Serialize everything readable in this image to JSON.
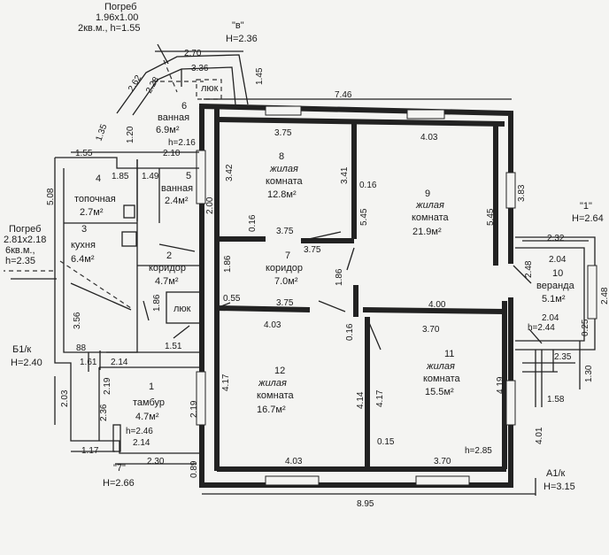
{
  "cellar_top": {
    "l1": "Погреб",
    "l2": "1.96x1.00",
    "l3": "2кв.м., h=1.55"
  },
  "cellar_left": {
    "l1": "Погреб",
    "l2": "2.81x2.18",
    "l3": "6кв.м.,",
    "l4": "h=2.35"
  },
  "labels": {
    "lit_b": "\"в\"",
    "lit_b_h": "H=2.36",
    "lit_1": "\"1\"",
    "lit_1_h": "H=2.64",
    "lit_7": "\"7\"",
    "lit_7_h": "H=2.66",
    "b1": "Б1/к",
    "b1_h": "H=2.40",
    "a1": "А1/к",
    "a1_h": "H=3.15",
    "hatch": "люк"
  },
  "rooms": [
    {
      "num": "8",
      "name1": "жилая",
      "name2": "комната",
      "area": "12.8м²"
    },
    {
      "num": "9",
      "name1": "жилая",
      "name2": "комната",
      "area": "21.9м²"
    },
    {
      "num": "7",
      "name1": "коридор",
      "area": "7.0м²"
    },
    {
      "num": "12",
      "name1": "жилая",
      "name2": "комната",
      "area": "16.7м²"
    },
    {
      "num": "11",
      "name1": "жилая",
      "name2": "комната",
      "area": "15.5м²"
    },
    {
      "num": "6",
      "name1": "ванная",
      "area": "6.9м²"
    },
    {
      "num": "4",
      "name1": "топочная",
      "area": "2.7м²"
    },
    {
      "num": "5",
      "name1": "ванная",
      "area": "2.4м²"
    },
    {
      "num": "3",
      "name1": "кухня",
      "area": "6.4м²"
    },
    {
      "num": "2",
      "name1": "коридор",
      "area": "4.7м²"
    },
    {
      "num": "1",
      "name1": "тамбур",
      "area": "4.7м²"
    },
    {
      "num": "10",
      "name1": "веранда",
      "area": "5.1м²"
    }
  ],
  "heights": {
    "h_6": "h=2.16",
    "h_tambur": "h=2.46",
    "h_11": "h=2.85",
    "h_ver": "h=2.44"
  },
  "dims": {
    "d746": "7.46",
    "d375a": "3.75",
    "d403a": "4.03",
    "d342": "3.42",
    "d341": "3.41",
    "d016a": "0.16",
    "d383": "3.83",
    "d545a": "5.45",
    "d545b": "5.45",
    "d200": "2.00",
    "d016b": "0.16",
    "d375b": "3.75",
    "d375c": "3.75",
    "d186a": "1.86",
    "d186b": "1.86",
    "d055": "0.55",
    "d375d": "3.75",
    "d403b": "4.03",
    "d400": "4.00",
    "d370a": "3.70",
    "d016c": "0.16",
    "d417a": "4.17",
    "d414": "4.14",
    "d417b": "4.17",
    "d419": "4.19",
    "d015": "0.15",
    "d403c": "4.03",
    "d370b": "3.70",
    "d401": "4.01",
    "d089": "0.89",
    "d895": "8.95",
    "d270": "2.70",
    "d336": "3.36",
    "d145": "1.45",
    "d120": "1.20",
    "d135": "1.35",
    "d155": "1.55",
    "d185": "1.85",
    "d210": "2.10",
    "d149": "1.49",
    "d508": "5.08",
    "d356": "3.56",
    "d186c": "1.86",
    "d151": "1.51",
    "d088": "88",
    "d161": "1.61",
    "d214a": "2.14",
    "d219a": "2.19",
    "d219b": "2.19",
    "d203": "2.03",
    "d236": "2.36",
    "d117": "1.17",
    "d214b": "2.14",
    "d230": "2.30",
    "d232": "2.32",
    "d204a": "2.04",
    "d248a": "2.48",
    "d248b": "2.48",
    "d204b": "2.04",
    "d025": "0.25",
    "d235": "2.35",
    "d130": "1.30",
    "d158": "1.58",
    "d262": "2.62",
    "d228": "2.28"
  }
}
